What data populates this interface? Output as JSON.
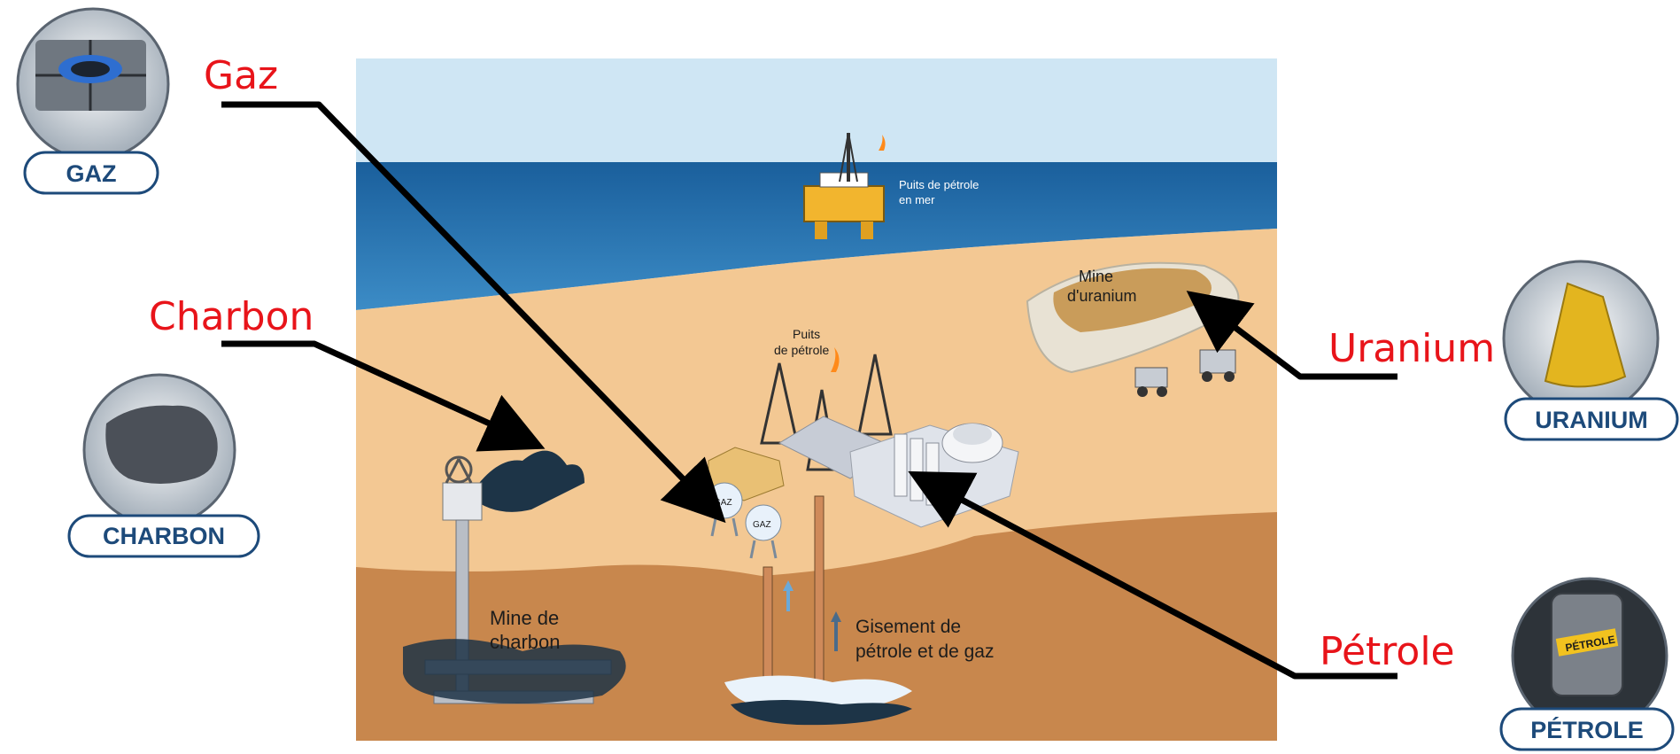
{
  "labels": {
    "gaz": "Gaz",
    "charbon": "Charbon",
    "uranium": "Uranium",
    "petrole": "Pétrole"
  },
  "badges": {
    "gaz": "GAZ",
    "charbon": "CHARBON",
    "uranium": "URANIUM",
    "petrole": "PÉTROLE"
  },
  "scene": {
    "offshore_line1": "Puits de pétrole",
    "offshore_line2": "en mer",
    "uranium_mine_line1": "Mine",
    "uranium_mine_line2": "d'uranium",
    "oil_well_line1": "Puits",
    "oil_well_line2": "de pétrole",
    "coal_mine_line1": "Mine de",
    "coal_mine_line2": "charbon",
    "deposit_line1": "Gisement de",
    "deposit_line2": "pétrole et de gaz",
    "tank_label": "GAZ",
    "barrel_label": "PÉTROLE"
  },
  "colors": {
    "label_red": "#e8141a",
    "sky": "#cfe6f4",
    "sea": "#1f6fae",
    "sand": "#f3c893",
    "soil": "#c8874d",
    "badge_text": "#1d4a7a"
  }
}
